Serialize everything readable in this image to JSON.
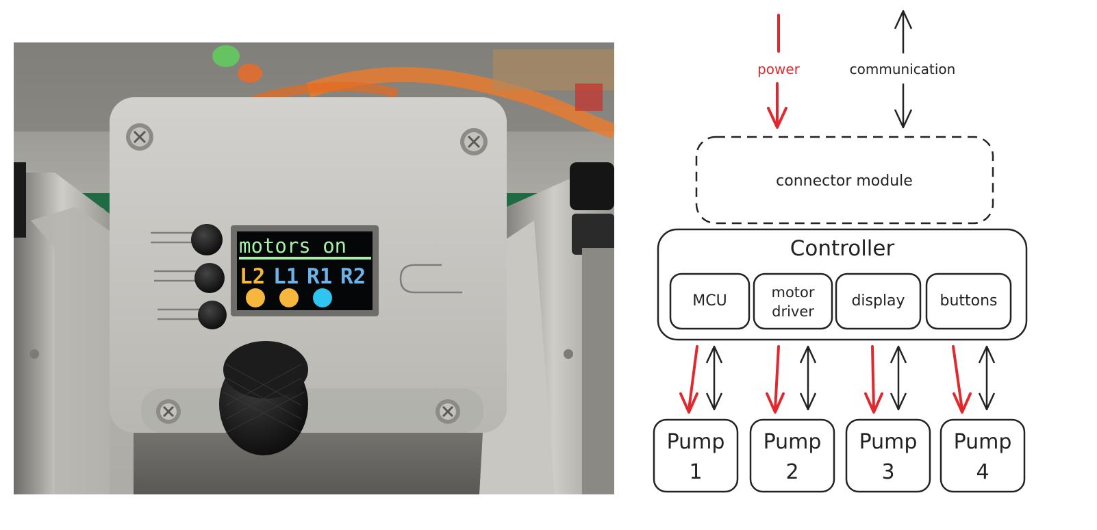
{
  "photo": {
    "screen_title": "motors on",
    "channels": [
      {
        "label": "L2",
        "color": "#f6b73c"
      },
      {
        "label": "L1",
        "color": "#6db3e8"
      },
      {
        "label": "R1",
        "color": "#6db3e8"
      },
      {
        "label": "R2",
        "color": "#6db3e8"
      }
    ],
    "indicators": [
      {
        "color": "#f6b73c"
      },
      {
        "color": "#f6b73c"
      },
      {
        "color": "#2ec5f0"
      }
    ]
  },
  "diagram": {
    "inputs": {
      "power": "power",
      "communication": "communication"
    },
    "connector": "connector module",
    "controller": {
      "title": "Controller",
      "modules": [
        {
          "line1": "MCU",
          "line2": ""
        },
        {
          "line1": "motor",
          "line2": "driver"
        },
        {
          "line1": "display",
          "line2": ""
        },
        {
          "line1": "buttons",
          "line2": ""
        }
      ]
    },
    "pumps": [
      {
        "name": "Pump",
        "num": "1"
      },
      {
        "name": "Pump",
        "num": "2"
      },
      {
        "name": "Pump",
        "num": "3"
      },
      {
        "name": "Pump",
        "num": "4"
      }
    ],
    "colors": {
      "power": "#e0282e",
      "communication": "#222222",
      "screen_title": "#a8f0a8"
    }
  }
}
